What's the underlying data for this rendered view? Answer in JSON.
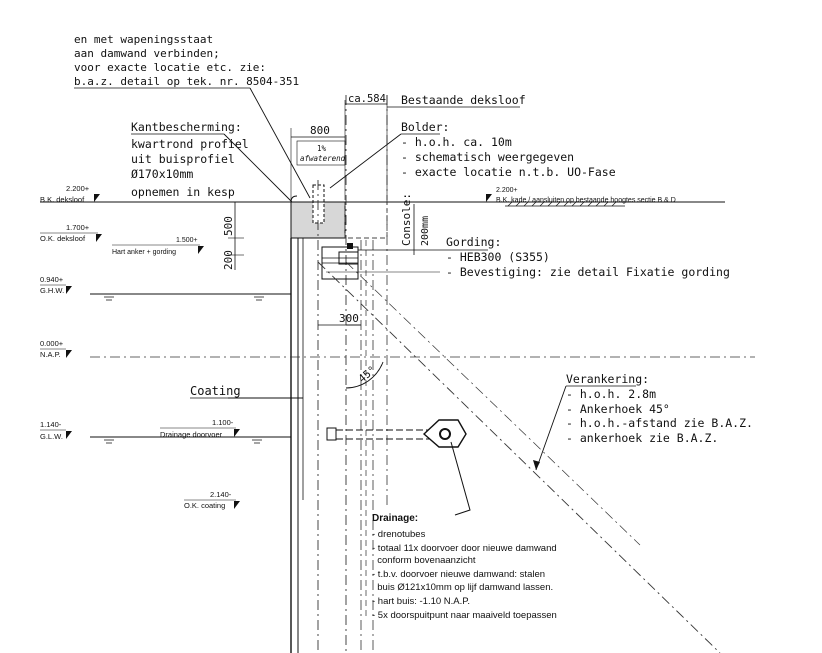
{
  "top_note": [
    "en met wapeningsstaat",
    "aan damwand verbinden;",
    "voor exacte locatie etc. zie:",
    "b.a.z. detail op tek. nr. 8504-351"
  ],
  "kantbescherming": {
    "title": "Kantbescherming:",
    "lines": [
      "kwartrond profiel",
      "uit buisprofiel",
      "Ø170x10mm",
      "opnemen in kesp"
    ]
  },
  "dims": {
    "d800": "800",
    "d584": "ca.584",
    "d500": "500",
    "d200": "200",
    "d300": "300",
    "console": "Console:",
    "console_mm": "200mm",
    "slope": "1%",
    "afwaterend": "afwaterend",
    "angle": "45°"
  },
  "bestaande": "Bestaande deksloof",
  "bolder": {
    "title": "Bolder:",
    "lines": [
      "- h.o.h. ca. 10m",
      "- schematisch weergegeven",
      "- exacte locatie n.t.b. UO-Fase"
    ]
  },
  "levels": {
    "bk_value": "2.200+",
    "bk_label": "B.K. deksloof",
    "ok_value": "1.700+",
    "ok_label": "O.K. deksloof",
    "hart_value": "1.500+",
    "hart_label": "Hart anker + gording",
    "ghw_value": "0.940+",
    "ghw_label": "G.H.W.",
    "nap_value": "0.000+",
    "nap_label": "N.A.P.",
    "glw_value": "1.140-",
    "glw_label": "G.L.W.",
    "drain_value": "1.100-",
    "drain_label": "Drainage doorvoer",
    "okc_value": "2.140-",
    "okc_label": "O.K. coating",
    "kade_value": "2.200+",
    "kade_label": "B.K. kade / aansluiten op bestaande hoogtes sectie B & D"
  },
  "gording": {
    "title": "Gording:",
    "lines": [
      "- HEB300 (S355)",
      "- Bevestiging: zie detail Fixatie gording"
    ]
  },
  "coating": "Coating",
  "verankering": {
    "title": "Verankering:",
    "lines": [
      "- h.o.h. 2.8m",
      "- Ankerhoek 45°",
      "- h.o.h.-afstand zie B.A.Z.",
      "- ankerhoek zie B.A.Z."
    ]
  },
  "drainage": {
    "title": "Drainage:",
    "lines": [
      "- drenotubes",
      "- totaal 11x doorvoer door nieuwe damwand",
      "  conform bovenaanzicht",
      "- t.b.v. doorvoer nieuwe damwand: stalen",
      "  buis Ø121x10mm op lijf damwand lassen.",
      "- hart buis: -1.10 N.A.P.",
      "- 5x doorspuitpunt naar maaiveld toepassen"
    ]
  }
}
